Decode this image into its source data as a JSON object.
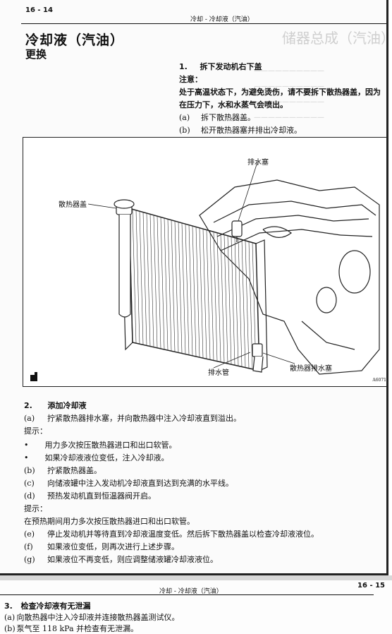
{
  "page1": {
    "page_number": "16 - 14",
    "header": "冷却 - 冷却液（汽油）",
    "title": "冷却液（汽油）",
    "subtitle": "更换",
    "step1": {
      "num": "1.",
      "title": "拆下发动机右下盖",
      "notice_label": "注意：",
      "notice_text_1": "处于高温状态下，为避免烫伤，请不要拆下散热器盖，因为",
      "notice_text_2": "在压力下，水和水蒸气会喷出。",
      "items": [
        {
          "label": "(a)",
          "text": "拆下散热器盖。"
        },
        {
          "label": "(b)",
          "text": "松开散热器塞并排出冷却液。"
        }
      ]
    },
    "diagram": {
      "label_drain_plug": "排水塞",
      "label_radiator_cap": "散热器盖",
      "label_drain_pipe": "排水管",
      "label_radiator_drain_plug": "散热器排水塞",
      "figure_code": "A6071"
    },
    "step2": {
      "num": "2.",
      "title": "添加冷却液",
      "a": {
        "label": "(a)",
        "text": "拧紧散热器排水塞，并向散热器中注入冷却液直到溢出。"
      },
      "hint1_label": "提示：",
      "bullets": [
        "用力多次按压散热器进口和出口软管。",
        "如果冷却液液位变低，注入冷却液。"
      ],
      "items": [
        {
          "label": "(b)",
          "text": "拧紧散热器盖。"
        },
        {
          "label": "(c)",
          "text": "向储液罐中注入发动机冷却液直到达到充满的水平线。"
        },
        {
          "label": "(d)",
          "text": "预热发动机直到恒温器阀开启。"
        }
      ],
      "hint2_label": "提示：",
      "hint2_text": "在预热期间用力多次按压散热器进口和出口软管。",
      "items2": [
        {
          "label": "(e)",
          "text": "停止发动机并等待直到冷却液温度变低。然后拆下散热器盖以检查冷却液液位。"
        },
        {
          "label": "(f)",
          "text": "如果液位变低，则再次进行上述步骤。"
        },
        {
          "label": "(g)",
          "text": "如果液位不再变低，则应调整储液罐冷却液液位。"
        }
      ]
    }
  },
  "page2": {
    "page_number": "16 - 15",
    "header": "冷却 - 冷却液（汽油）",
    "step3": {
      "num": "3.",
      "title": "检查冷却液有无泄漏",
      "items": [
        {
          "label": "(a)",
          "text": "向散热器中注入冷却液并连接散热器盖测试仪。"
        },
        {
          "label": "(b)",
          "text": "泵气至 118 kPa 并检查有无泄漏。"
        }
      ]
    }
  }
}
